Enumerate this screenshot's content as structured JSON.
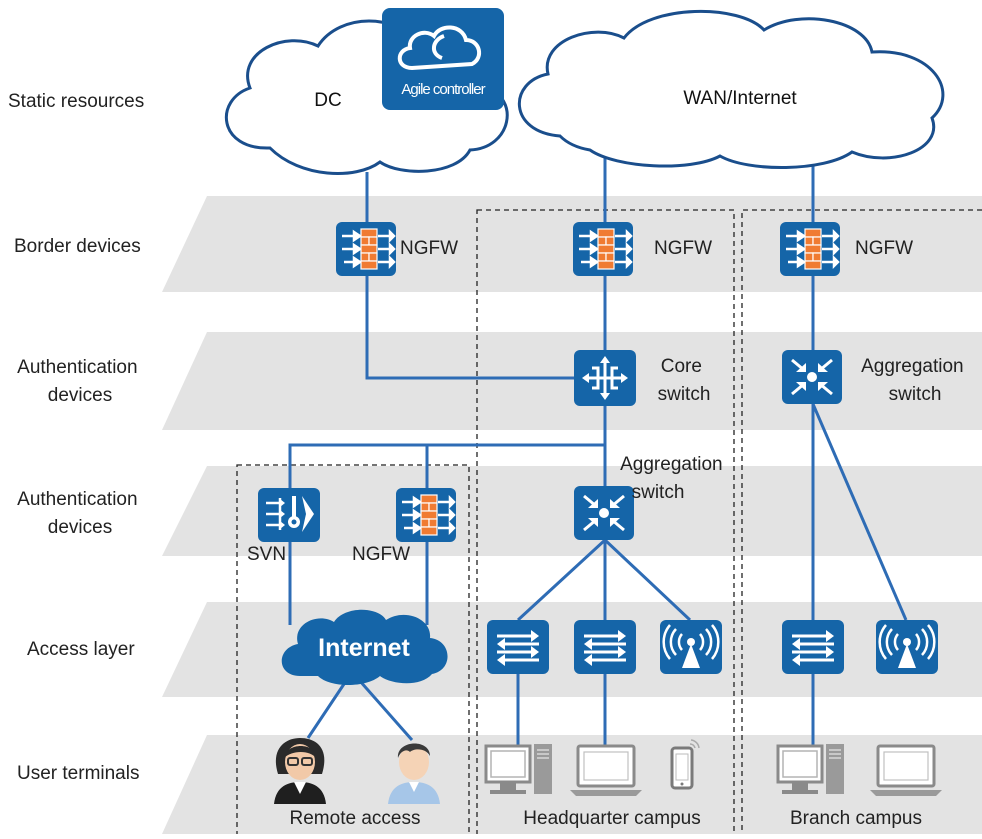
{
  "layers": [
    {
      "label": "Static resources"
    },
    {
      "label": "Border devices"
    },
    {
      "label": "Authentication\ndevices"
    },
    {
      "label": "Authentication\ndevices"
    },
    {
      "label": "Access layer"
    },
    {
      "label": "User terminals"
    }
  ],
  "clouds": {
    "dc": "DC",
    "controller": "Agile controller",
    "wan": "WAN/Internet",
    "internet": "Internet"
  },
  "devices": {
    "ngfw_dc": "NGFW",
    "ngfw_hq": "NGFW",
    "ngfw_branch": "NGFW",
    "core_switch": "Core\nswitch",
    "agg_switch_branch": "Aggregation\nswitch",
    "agg_switch_hq": "Aggregation\nswitch",
    "svn": "SVN",
    "ngfw_remote": "NGFW"
  },
  "zones": {
    "remote": "Remote access",
    "hq": "Headquarter campus",
    "branch": "Branch campus"
  },
  "colors": {
    "device_blue": "#1565a8",
    "line_blue": "#2e6cb5",
    "layer_gray": "#e3e3e3",
    "firewall_orange": "#f07b32"
  },
  "icons": [
    "firewall-icon",
    "core-switch-icon",
    "aggregation-switch-icon",
    "svn-icon",
    "access-switch-icon",
    "wireless-ap-icon",
    "desktop-icon",
    "laptop-icon",
    "phone-icon",
    "woman-user-icon",
    "man-user-icon",
    "cloud-icon"
  ]
}
